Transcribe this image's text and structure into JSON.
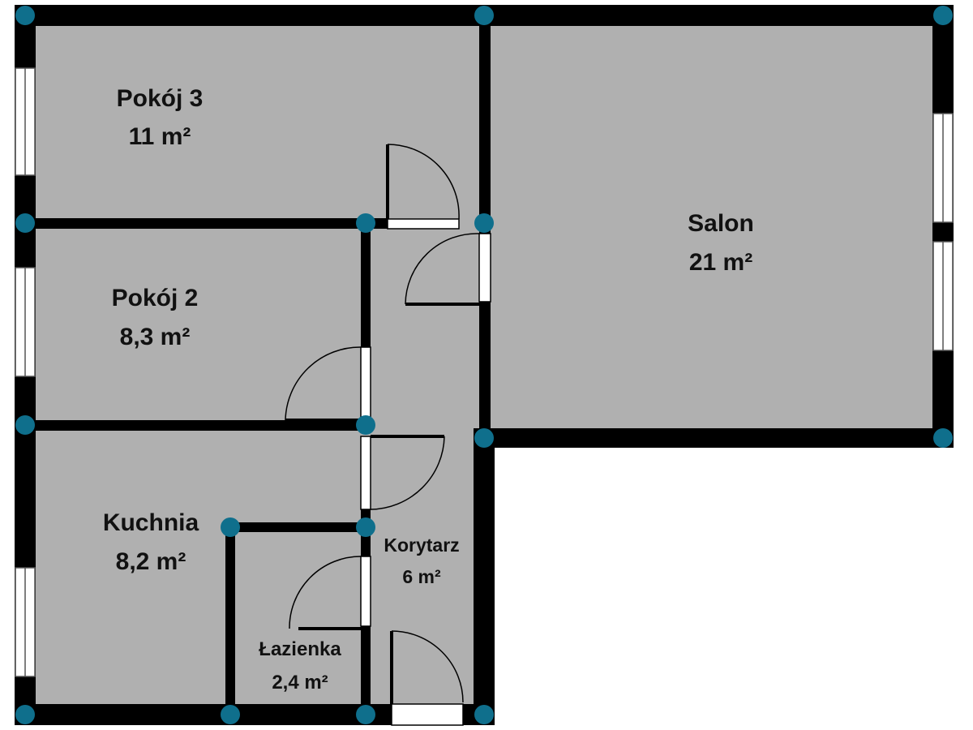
{
  "colors": {
    "floor": "#b0b0b0",
    "wall": "#000000",
    "window_fill": "#ffffff",
    "window_line": "#555555",
    "node": "#0f6f8c",
    "background": "#ffffff",
    "text": "#111111"
  },
  "rooms": [
    {
      "id": "pokoj-3",
      "name": "Pokój 3",
      "area": "11 m²"
    },
    {
      "id": "salon",
      "name": "Salon",
      "area": "21 m²"
    },
    {
      "id": "pokoj-2",
      "name": "Pokój 2",
      "area": "8,3 m²"
    },
    {
      "id": "kuchnia",
      "name": "Kuchnia",
      "area": "8,2 m²"
    },
    {
      "id": "korytarz",
      "name": "Korytarz",
      "area": "6 m²"
    },
    {
      "id": "lazienka",
      "name": "Łazienka",
      "area": "2,4 m²"
    }
  ]
}
